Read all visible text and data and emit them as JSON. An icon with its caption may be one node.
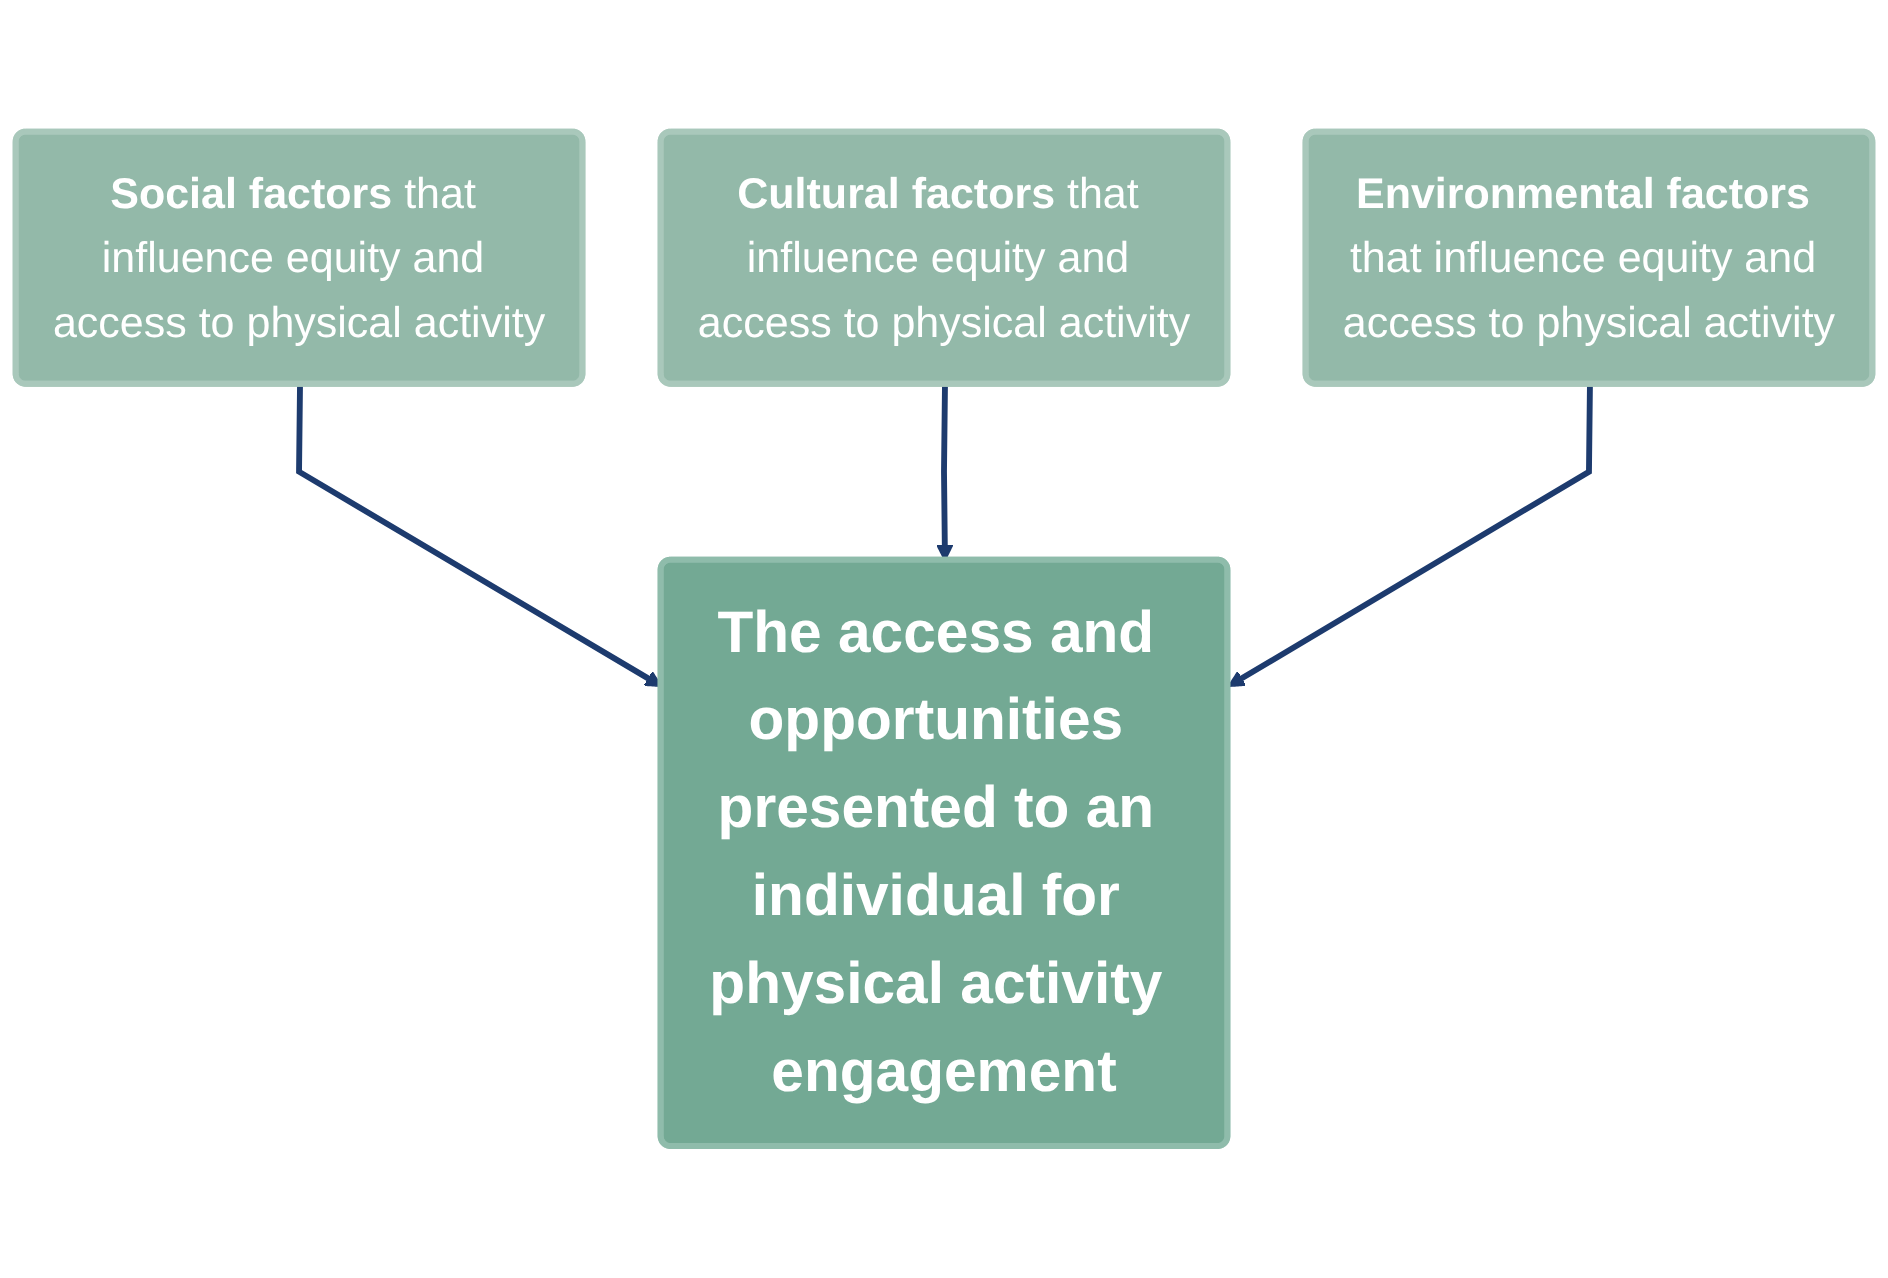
{
  "diagram": {
    "nodes": [
      {
        "text": [
          "**Social factors** that influence equity and access to physical activity"
        ]
      },
      {
        "text": [
          "**Cultural factors** that influence equity and access to physical activity"
        ]
      },
      {
        "text": [
          "**Environmental factors** that influence equity and access to physical activity"
        ]
      },
      {
        "text": [
          "The access and opportunities presented to an individual for physical activity engagement"
        ]
      }
    ],
    "edges": [
      {
        "from": 0,
        "to": 3,
        "arrow": "to"
      },
      {
        "from": 1,
        "to": 3,
        "arrow": "to"
      },
      {
        "from": 2,
        "to": 3,
        "arrow": "to"
      }
    ]
  }
}
